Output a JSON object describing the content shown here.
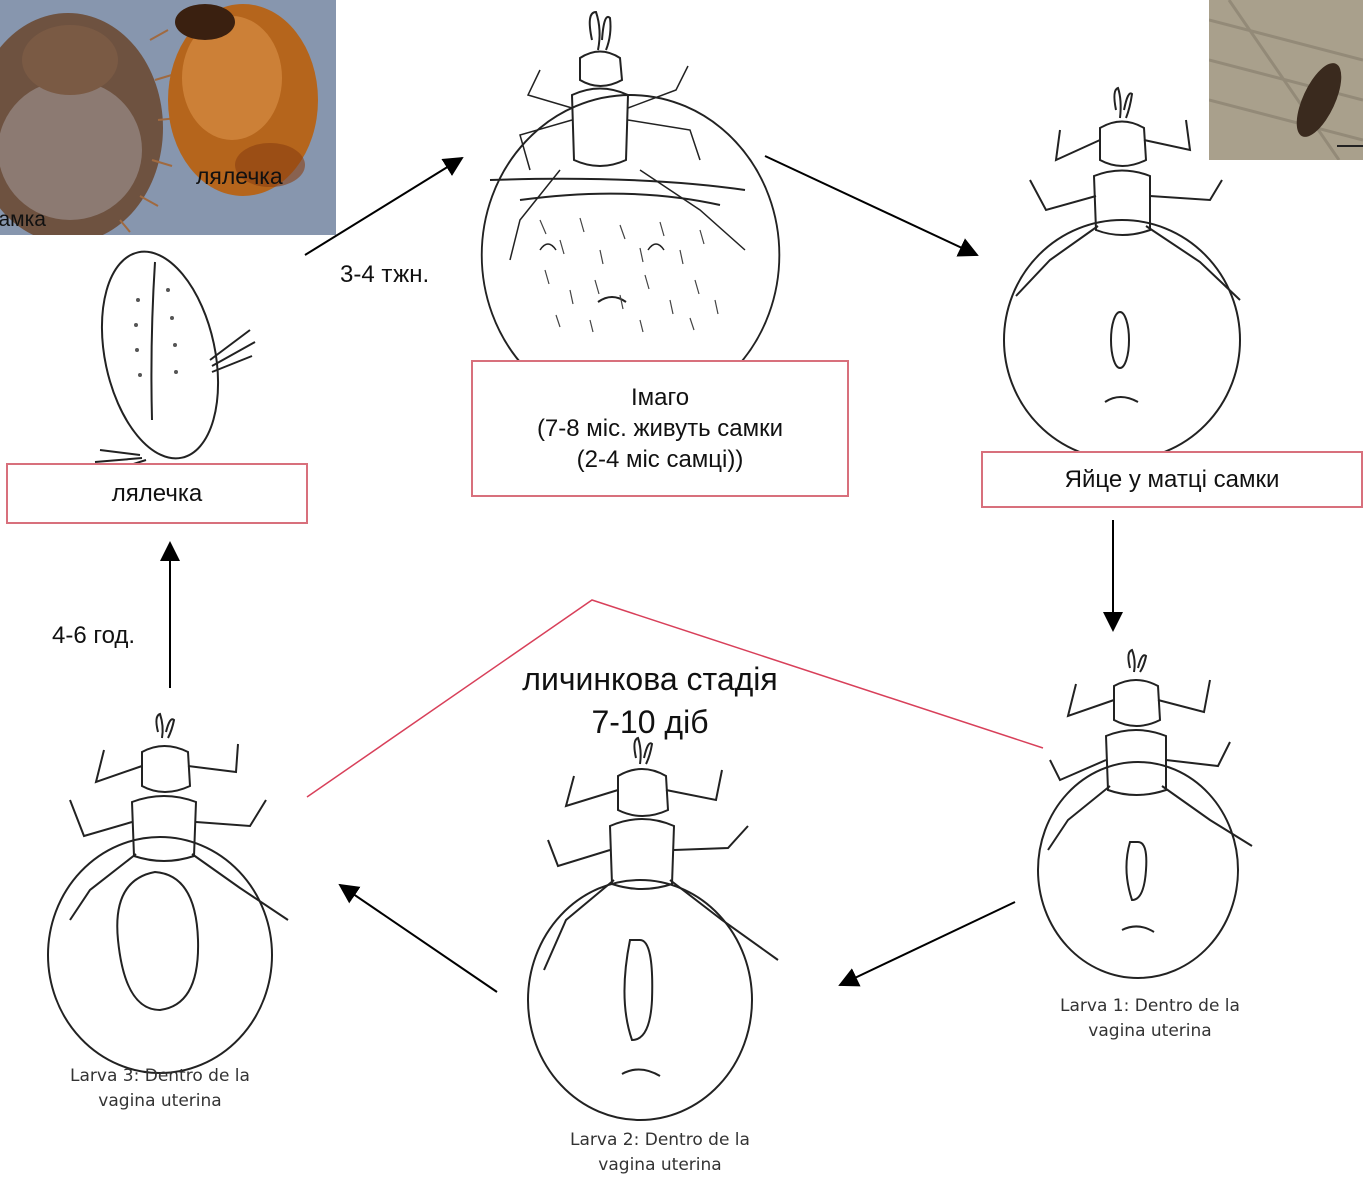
{
  "photo_labels": {
    "female": "самка",
    "pupa": "лялечка"
  },
  "durations": {
    "pupa_to_adult": "3-4 тжн.",
    "larva_to_pupa": "4-6 год."
  },
  "boxes": {
    "adult": [
      "Імаго",
      "(7-8 міс. живуть самки",
      "(2-4 міс самці))"
    ],
    "egg": "Яйце у матці самки",
    "pupa": "лялечка"
  },
  "larval_stage": {
    "title": "личинкова стадія",
    "duration": "7-10 діб"
  },
  "captions": {
    "larva1": [
      "Larva 1: Dentro de la",
      "vagina uterina"
    ],
    "larva2": [
      "Larva 2: Dentro de la",
      "vagina uterina"
    ],
    "larva3": [
      "Larva 3: Dentro de la",
      "vagina uterina"
    ]
  },
  "colors": {
    "box_border": "#d8707c",
    "bracket_line": "#d8405a",
    "pupa_photo": "#b86a1c",
    "female_photo": "#6a4a3a",
    "arrow": "#000000"
  }
}
